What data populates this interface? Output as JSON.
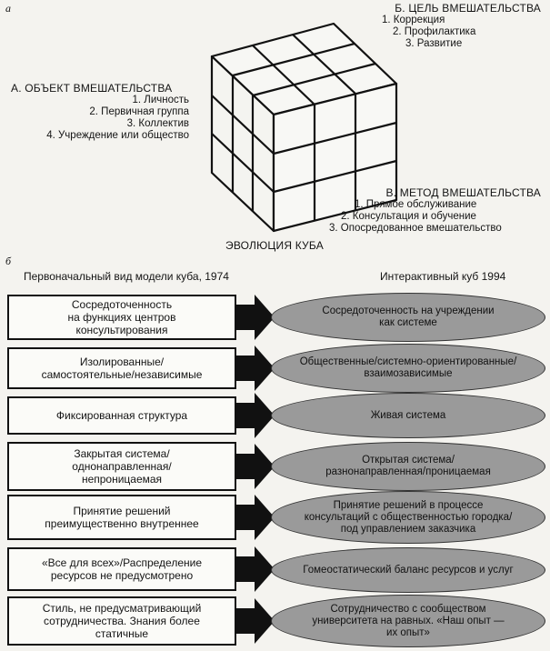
{
  "panel_a": {
    "label": "а",
    "goal": {
      "heading": "Б. ЦЕЛЬ ВМЕШАТЕЛЬСТВА",
      "items": [
        "1. Коррекция",
        "2. Профилактика",
        "3. Развитие"
      ]
    },
    "object": {
      "heading": "А. ОБЪЕКТ ВМЕШАТЕЛЬСТВА",
      "items": [
        "1. Личность",
        "2. Первичная группа",
        "3. Коллектив",
        "4. Учреждение или общество"
      ]
    },
    "method": {
      "heading": "В. МЕТОД ВМЕШАТЕЛЬСТВА",
      "items": [
        "1. Прямое обслуживание",
        "2. Консультация и обучение",
        "3. Опосредованное вмешательство"
      ]
    },
    "caption": "ЭВОЛЮЦИЯ КУБА"
  },
  "panel_b": {
    "label": "б",
    "left_title": "Первоначальный вид модели куба, 1974",
    "right_title": "Интерактивный куб 1994",
    "rows": [
      {
        "left": "Сосредоточенность\nна функциях центров\nконсультирования",
        "right": "Сосредоточенность на учреждении\nкак системе"
      },
      {
        "left": "Изолированные/\nсамостоятельные/независимые",
        "right": "Общественные/системно-ориентированные/\nвзаимозависимые"
      },
      {
        "left": "Фиксированная структура",
        "right": "Живая система"
      },
      {
        "left": "Закрытая система/\nоднонаправленная/\nнепроницаемая",
        "right": "Открытая система/\nразнонаправленная/проницаемая"
      },
      {
        "left": "Принятие решений\nпреимущественно внутреннее",
        "right": "Принятие решений в процессе\nконсультаций с общественностью городка/\nпод управлением заказчика"
      },
      {
        "left": "«Все для всех»/Распределение\nресурсов не предусмотрено",
        "right": "Гомеостатический баланс ресурсов и услуг"
      },
      {
        "left": "Стиль, не предусматривающий\nсотрудничества. Знания более\nстатичные",
        "right": "Сотрудничество с сообществом\nуниверситета на равных. «Наш опыт —\nих опыт»"
      }
    ]
  }
}
